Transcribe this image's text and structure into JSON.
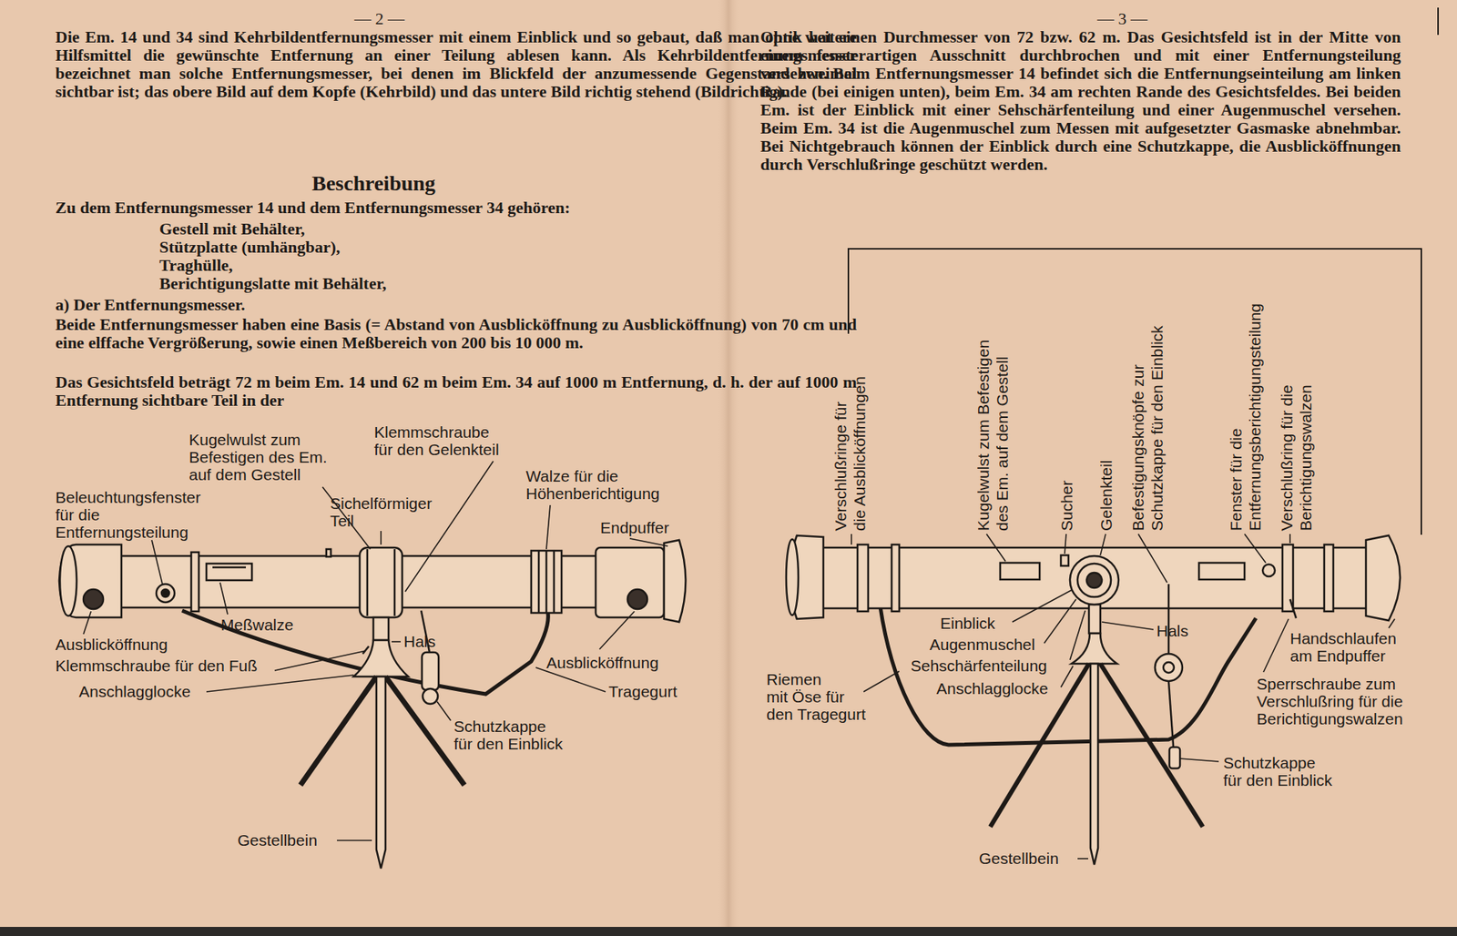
{
  "diagram": {
    "labels": [
      "— 2 —",
      "Die Em. 14 und 34 sind Kehrbildentfernungsmesser mit einem Einblick und so gebaut, daß man ohne weitere Hilfsmittel die gewünschte Entfernung an einer Teilung ablesen kann. Als Kehrbildentfernungsmesser bezeichnet man solche Entfernungsmesser, bei denen im Blickfeld der anzumessende Gegenstand zweimal sichtbar ist; das obere Bild auf dem Kopfe (Kehrbild) und das untere Bild richtig stehend (Bildrichtig).",
      "Beschreibung",
      "Zu dem Entfernungsmesser 14 und dem Entfernungsmesser 34 gehören:",
      "Gestell mit Behälter,",
      "Stützplatte (umhängbar),",
      "Traghülle,",
      "Berichtigungslatte mit Behälter,",
      "a) Der Entfernungsmesser.",
      "Beide Entfernungsmesser haben eine Basis (= Abstand von Ausblicköffnung zu Ausblicköffnung) von 70 cm und eine elffache Vergrößerung, sowie einen Meßbereich von 200 bis 10 000 m.",
      "Das Gesichtsfeld beträgt 72 m beim Em. 14 und 62 m beim Em. 34 auf 1000 m Entfernung, d. h. der auf 1000 m Entfernung sichtbare Teil in der",
      "— 3 —",
      "Optik hat einen Durchmesser von 72 bzw. 62 m. Das Gesichtsfeld ist in der Mitte von einem fensterartigen Ausschnitt durchbrochen und mit einer Entfernungsteilung versehen. Beim Entfernungsmesser 14 befindet sich die Entfernungseinteilung am linken Rande (bei einigen unten), beim Em. 34 am rechten Rande des Gesichtsfeldes. Bei beiden Em. ist der Einblick mit einer Sehschärfenteilung und einer Augenmuschel versehen. Beim Em. 34 ist die Augenmuschel zum Messen mit aufgesetzter Gasmaske abnehmbar. Bei Nichtgebrauch können der Einblick durch eine Schutzkappe, die Ausblicköffnungen durch Verschlußringe geschützt werden.",
      "Kugelwulst zum Befestigen des Em. auf dem Gestell",
      "Klemmschraube für den Gelenkteil",
      "Beleuchtungsfenster für die Entfernungsteilung",
      "Sichelförmiger Teil",
      "Walze für die Höhenberichtigung",
      "Endpuffer",
      "Meßwalze",
      "Hals",
      "Ausblicköffnung",
      "Klemmschraube für den Fuß",
      "Anschlagglocke",
      "Ausblicköffnung",
      "Tragegurt",
      "Schutzkappe für den Einblick",
      "Gestellbein",
      "Verschlußringe für die Ausblicköffnungen",
      "Kugelwulst zum Befestigen des Em. auf dem Gestell",
      "Sucher",
      "Gelenkteil",
      "Befestigungsknöpfe zur Schutzkappe für den Einblick",
      "Fenster für die Entfernungsberichtigungsteilung",
      "Verschlußring für die Berichtigungswalzen",
      "Einblick",
      "Augenmuschel",
      "Hals",
      "Sehschärfenteilung",
      "Anschlagglocke",
      "Riemen mit Öse für den Tragegurt",
      "Handschlaufen am Endpuffer",
      "Sperrschraube zum Verschlußring für die Berichtigungswalzen",
      "Schutzkappe für den Einblick",
      "Gestellbein"
    ]
  }
}
